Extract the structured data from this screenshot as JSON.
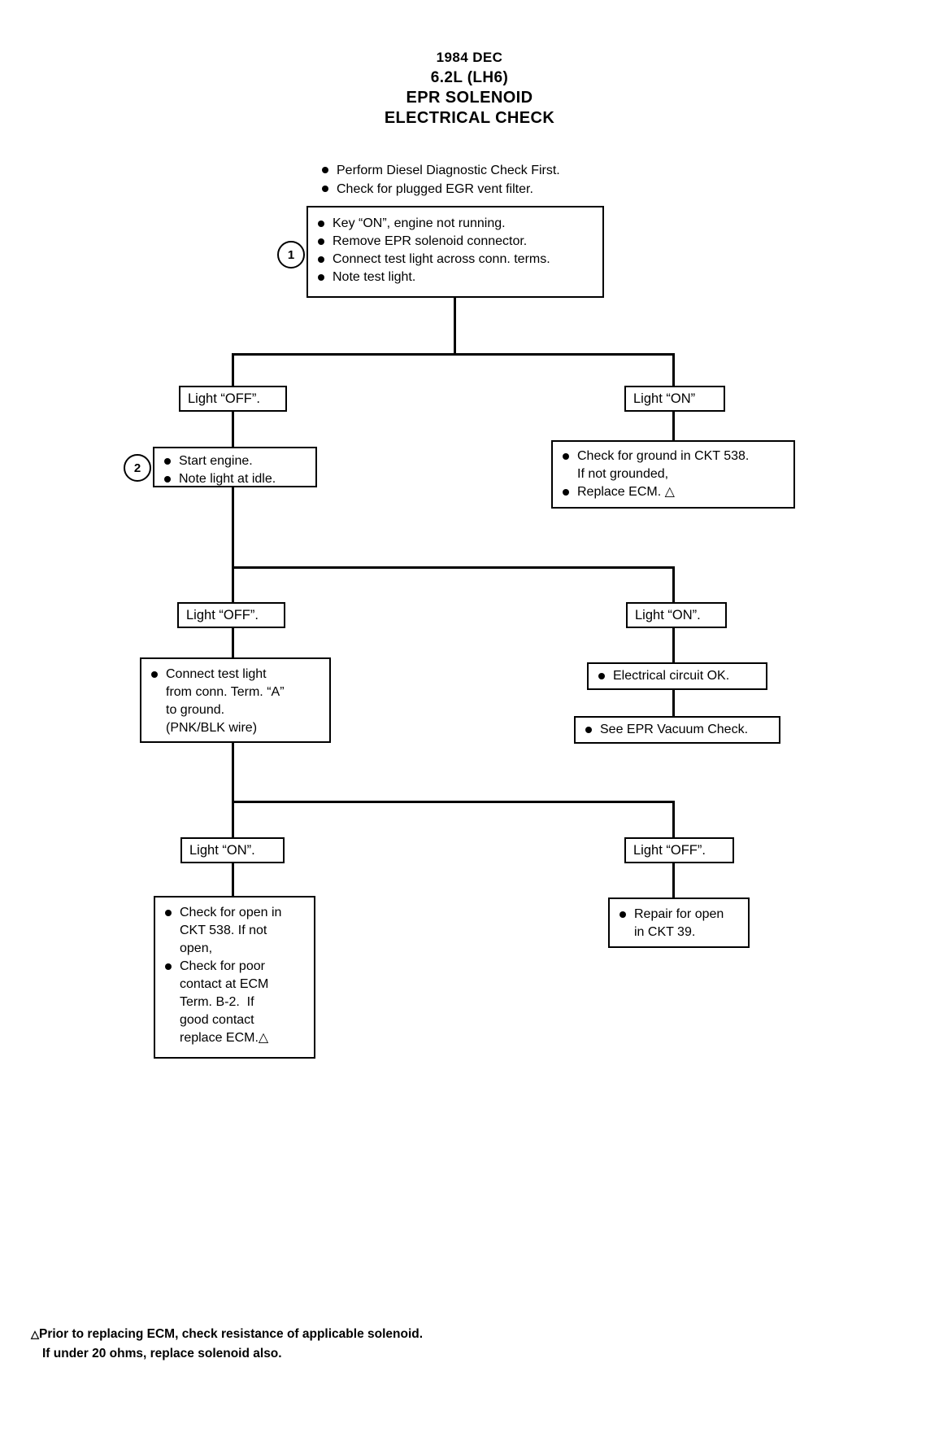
{
  "document": {
    "title_lines": [
      "1984 DEC",
      "6.2L (LH6)",
      "EPR SOLENOID",
      "ELECTRICAL CHECK"
    ]
  },
  "preliminary": {
    "items": [
      "Perform Diesel Diagnostic Check First.",
      "Check for plugged EGR vent filter."
    ]
  },
  "step1": {
    "marker": "1",
    "items": [
      "Key “ON”, engine not running.",
      "Remove EPR solenoid connector.",
      "Connect test light across conn. terms.",
      "Note test light."
    ]
  },
  "branch1": {
    "left_label": "Light “OFF”.",
    "right_label": "Light “ON”"
  },
  "step2": {
    "marker": "2",
    "items": [
      "Start engine.",
      "Note light at idle."
    ]
  },
  "ground_check": {
    "items": [
      "Check for ground in CKT 538.",
      "If not grounded,",
      "Replace ECM. △"
    ]
  },
  "branch2": {
    "left_label": "Light “OFF”.",
    "right_label": "Light “ON”."
  },
  "connect_test_light": {
    "items": [
      "Connect test light",
      "from conn. Term. “A”",
      "to ground.",
      "(PNK/BLK wire)"
    ]
  },
  "circuit_ok": {
    "label": "Electrical circuit OK."
  },
  "vacuum_check": {
    "label": "See EPR Vacuum Check."
  },
  "branch3": {
    "left_label": "Light “ON”.",
    "right_label": "Light “OFF”."
  },
  "open_check": {
    "items": [
      "Check for open in",
      "CKT 538. If not",
      "open,",
      "Check for poor",
      "contact at ECM",
      "Term. B-2.  If",
      "good contact",
      "replace ECM.△"
    ]
  },
  "repair_open": {
    "items": [
      "Repair for open",
      "in CKT 39."
    ]
  },
  "footnote": {
    "marker": "△",
    "line1": "Prior to replacing ECM, check resistance of applicable solenoid.",
    "line2": "If under 20 ohms, replace solenoid also."
  }
}
